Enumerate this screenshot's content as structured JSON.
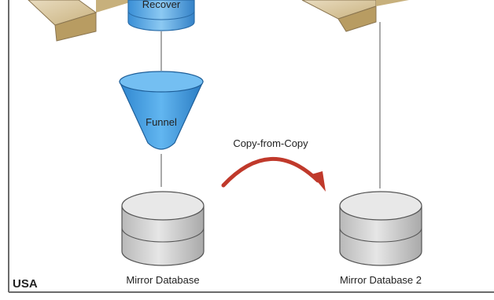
{
  "nodes": {
    "recover_label": "Recover",
    "funnel_label": "Funnel",
    "mirror_db_label": "Mirror Database",
    "mirror_db2_label": "Mirror Database 2"
  },
  "arrow_label": "Copy-from-Copy",
  "region_label": "USA",
  "colors": {
    "funnel_fill": "#3d9be0",
    "arrow": "#c0392b",
    "box": "#d8c49c",
    "database": "#d4d4d4",
    "frame": "#6b6b6b"
  }
}
